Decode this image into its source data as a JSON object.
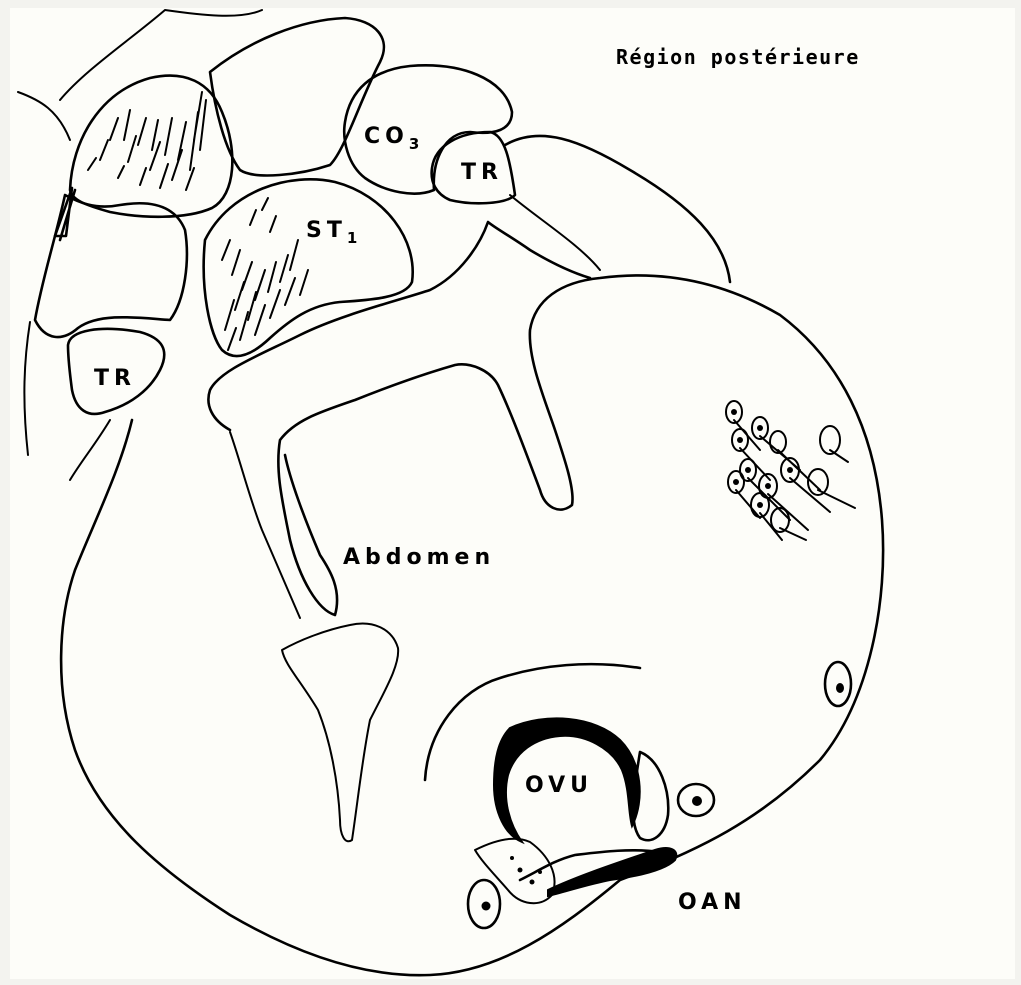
{
  "region_title": "Région postérieure",
  "labels": {
    "co3_main": "CO",
    "co3_sub": "3",
    "tr_top": "TR",
    "st1_main": "ST",
    "st1_sub": "1",
    "tr_left": "TR",
    "abdomen": "Abdomen",
    "ovu": "OVU",
    "oan": "OAN"
  }
}
